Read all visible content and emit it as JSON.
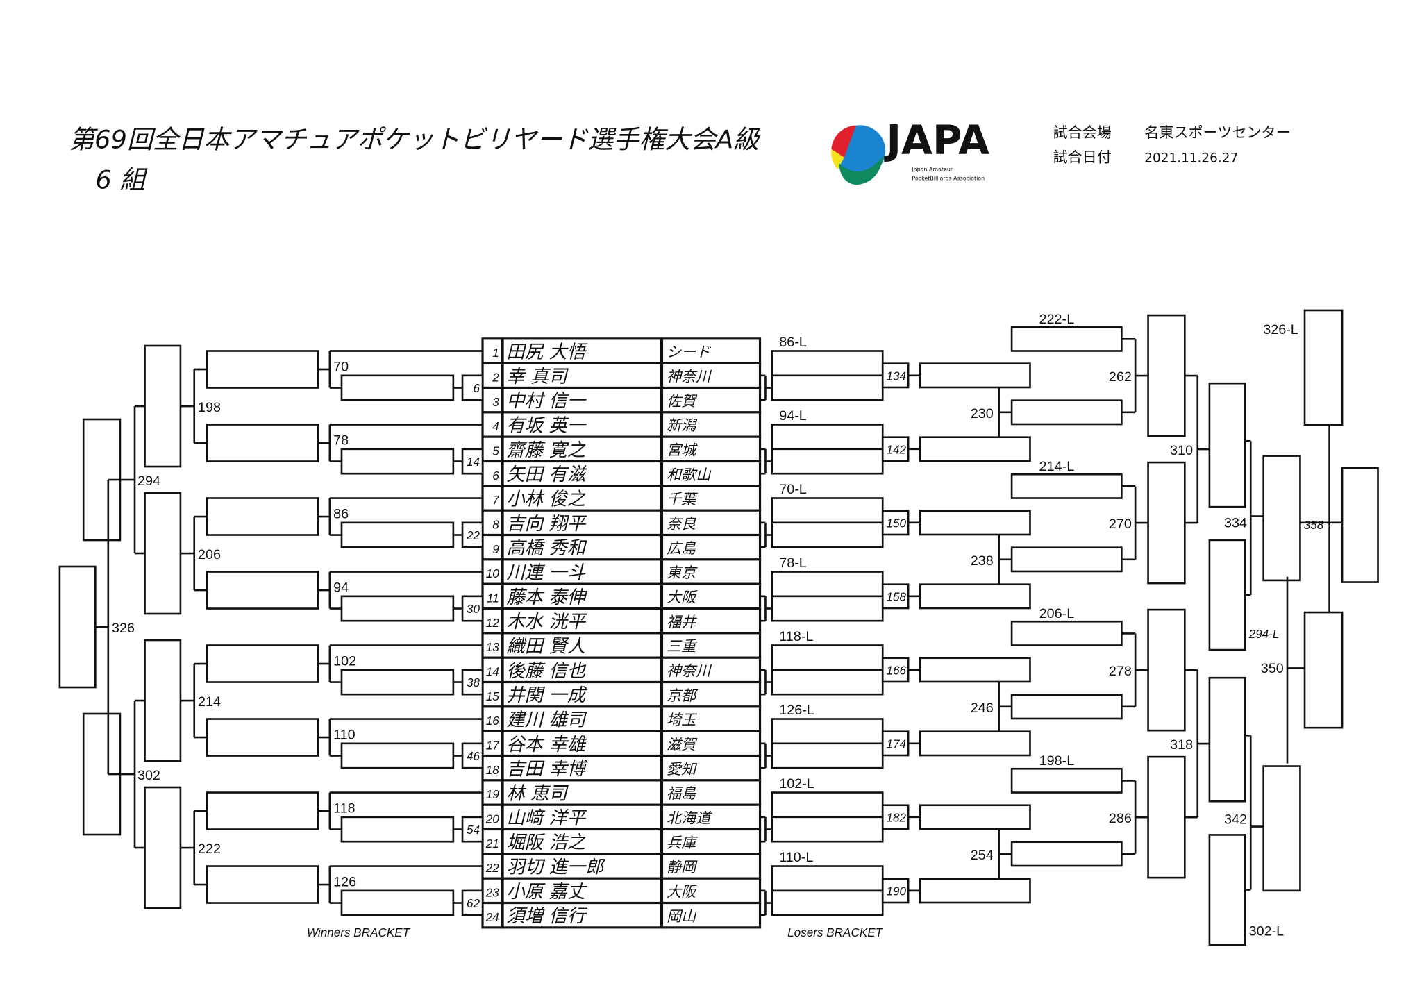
{
  "header": {
    "title": "第69回全日本アマチュアポケットビリヤード選手権大会A級",
    "group": "6 組",
    "venue_label": "試合会場",
    "venue": "名東スポーツセンター",
    "date_label": "試合日付",
    "date": "2021.11.26.27"
  },
  "logo": {
    "text": "JAPA",
    "sub1": "Japan Amateur",
    "sub2": "PocketBilliards Association",
    "colors": [
      "#e0202c",
      "#1a84d0",
      "#f5e21b",
      "#0f8a5f",
      "#2a1a14"
    ]
  },
  "players": [
    {
      "no": "1",
      "name": "田尻 大悟",
      "pref": "シード"
    },
    {
      "no": "2",
      "name": "幸 真司",
      "pref": "神奈川"
    },
    {
      "no": "3",
      "name": "中村 信一",
      "pref": "佐賀"
    },
    {
      "no": "4",
      "name": "有坂 英一",
      "pref": "新潟"
    },
    {
      "no": "5",
      "name": "齋藤 寛之",
      "pref": "宮城"
    },
    {
      "no": "6",
      "name": "矢田 有滋",
      "pref": "和歌山"
    },
    {
      "no": "7",
      "name": "小林 俊之",
      "pref": "千葉"
    },
    {
      "no": "8",
      "name": "吉向 翔平",
      "pref": "奈良"
    },
    {
      "no": "9",
      "name": "高橋 秀和",
      "pref": "広島"
    },
    {
      "no": "10",
      "name": "川連 一斗",
      "pref": "東京"
    },
    {
      "no": "11",
      "name": "藤本 泰伸",
      "pref": "大阪"
    },
    {
      "no": "12",
      "name": "木水 洸平",
      "pref": "福井"
    },
    {
      "no": "13",
      "name": "織田 賢人",
      "pref": "三重"
    },
    {
      "no": "14",
      "name": "後藤 信也",
      "pref": "神奈川"
    },
    {
      "no": "15",
      "name": "井関 一成",
      "pref": "京都"
    },
    {
      "no": "16",
      "name": "建川 雄司",
      "pref": "埼玉"
    },
    {
      "no": "17",
      "name": "谷本 幸雄",
      "pref": "滋賀"
    },
    {
      "no": "18",
      "name": "吉田 幸博",
      "pref": "愛知"
    },
    {
      "no": "19",
      "name": "林 恵司",
      "pref": "福島"
    },
    {
      "no": "20",
      "name": "山﨑 洋平",
      "pref": "北海道"
    },
    {
      "no": "21",
      "name": "堀阪 浩之",
      "pref": "兵庫"
    },
    {
      "no": "22",
      "name": "羽切 進一郎",
      "pref": "静岡"
    },
    {
      "no": "23",
      "name": "小原 嘉丈",
      "pref": "大阪"
    },
    {
      "no": "24",
      "name": "須増 信行",
      "pref": "岡山"
    }
  ],
  "winners": {
    "label": "Winners BRACKET",
    "r1": [
      "6",
      "14",
      "22",
      "30",
      "38",
      "46",
      "54",
      "62"
    ],
    "r2": [
      "70",
      "78",
      "86",
      "94",
      "102",
      "110",
      "118",
      "126"
    ],
    "r3": [
      "198",
      "206",
      "214",
      "222"
    ],
    "r4": [
      "294",
      "302"
    ],
    "final": "326"
  },
  "losers": {
    "label": "Losers BRACKET",
    "drop1": [
      "86-L",
      "94-L",
      "70-L",
      "78-L",
      "118-L",
      "126-L",
      "102-L",
      "110-L"
    ],
    "r1": [
      "134",
      "142",
      "150",
      "158",
      "166",
      "174",
      "182",
      "190"
    ],
    "drop2": [
      "222-L",
      "214-L",
      "206-L",
      "198-L"
    ],
    "r2": [
      "230",
      "238",
      "246",
      "254"
    ],
    "r3": [
      "262",
      "270",
      "278",
      "286"
    ],
    "r4": [
      "310",
      "318"
    ],
    "drop3": [
      "294-L",
      "302-L"
    ],
    "r5": [
      "334",
      "342"
    ],
    "r6": "350",
    "drop4": "326-L",
    "final": "358"
  }
}
